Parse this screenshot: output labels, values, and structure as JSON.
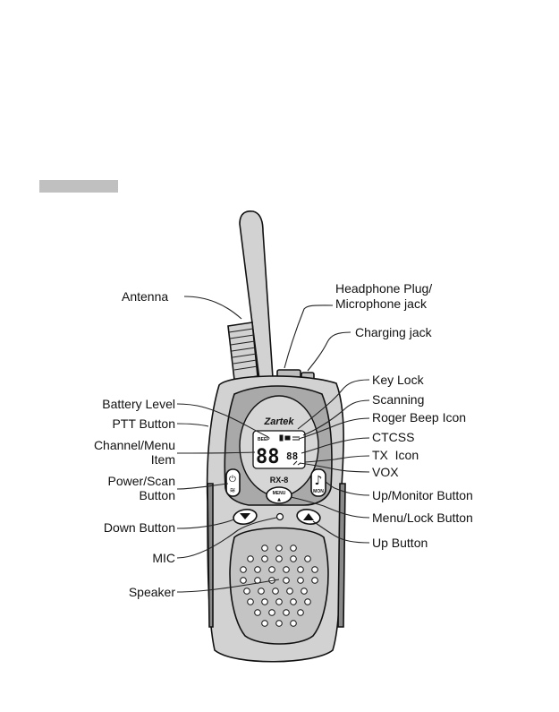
{
  "device": {
    "brand": "Zartek",
    "model": "RX-8",
    "lcd_digits": "88",
    "lcd_small_digits": "88",
    "lcd_beep": "BEEP",
    "menu_label": "MENU",
    "mon_label": "MON"
  },
  "labels": {
    "antenna": "Antenna",
    "headphone_line1": "Headphone Plug/",
    "headphone_line2": "Microphone jack",
    "charging_jack": "Charging jack",
    "key_lock": "Key Lock",
    "scanning": "Scanning",
    "roger_beep": "Roger Beep Icon",
    "ctcss": "CTCSS",
    "tx_icon": "TX  Icon",
    "vox": "VOX",
    "battery_level": "Battery Level",
    "ptt_button": "PTT Button",
    "channel_line1": "Channel/Menu",
    "channel_line2": "Item",
    "power_line1": "Power/Scan",
    "power_line2": "Button",
    "down_button": "Down Button",
    "mic": "MIC",
    "speaker": "Speaker",
    "up_monitor": "Up/Monitor Button",
    "menu_lock": "Menu/Lock Button",
    "up_button": "Up Button"
  },
  "colors": {
    "radio_body": "#d2d2d2",
    "front_panel": "#a9a9a9",
    "speaker_grille": "#c4c4c4",
    "lcd_face": "#ffffff",
    "header_bar": "#c0c0c0"
  }
}
